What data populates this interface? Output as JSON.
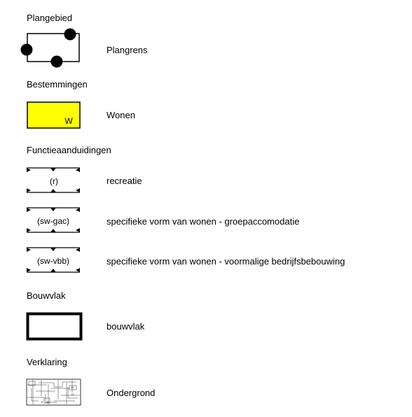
{
  "legend": {
    "sections": [
      {
        "heading": "Plangebied",
        "items": [
          {
            "label": "Plangrens"
          }
        ]
      },
      {
        "heading": "Bestemmingen",
        "items": [
          {
            "label": "Wonen",
            "code": "W",
            "fill": "#ffff00"
          }
        ]
      },
      {
        "heading": "Functieaanduidingen",
        "items": [
          {
            "label": "recreatie",
            "code": "(r)"
          },
          {
            "label": "specifieke vorm van wonen - groepaccomodatie",
            "code": "(sw-gac)"
          },
          {
            "label": "specifieke vorm van wonen - voormalige bedrijfsbebouwing",
            "code": "(sw-vbb)"
          }
        ]
      },
      {
        "heading": "Bouwvlak",
        "items": [
          {
            "label": "bouwvlak"
          }
        ]
      },
      {
        "heading": "Verklaring",
        "items": [
          {
            "label": "Ondergrond"
          }
        ]
      }
    ]
  }
}
